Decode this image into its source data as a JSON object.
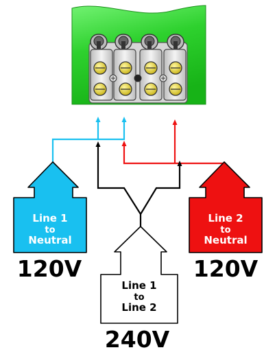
{
  "colors": {
    "board": "#22c922",
    "board_highlight": "#6ff06f",
    "terminal_block": "#e6e6e6",
    "screw": "#e0cf2a",
    "line1": "#19c0f0",
    "line2": "#ee1111",
    "line_line": "#000000",
    "white": "#ffffff"
  },
  "left_arrow": {
    "line1": "Line 1",
    "line2": "to",
    "line3": "Neutral"
  },
  "right_arrow": {
    "line1": "Line 2",
    "line2": "to",
    "line3": "Neutral"
  },
  "center_arrow": {
    "line1": "Line 1",
    "line2": "to",
    "line3": "Line 2"
  },
  "voltages": {
    "left": "120V",
    "right": "120V",
    "center": "240V"
  }
}
